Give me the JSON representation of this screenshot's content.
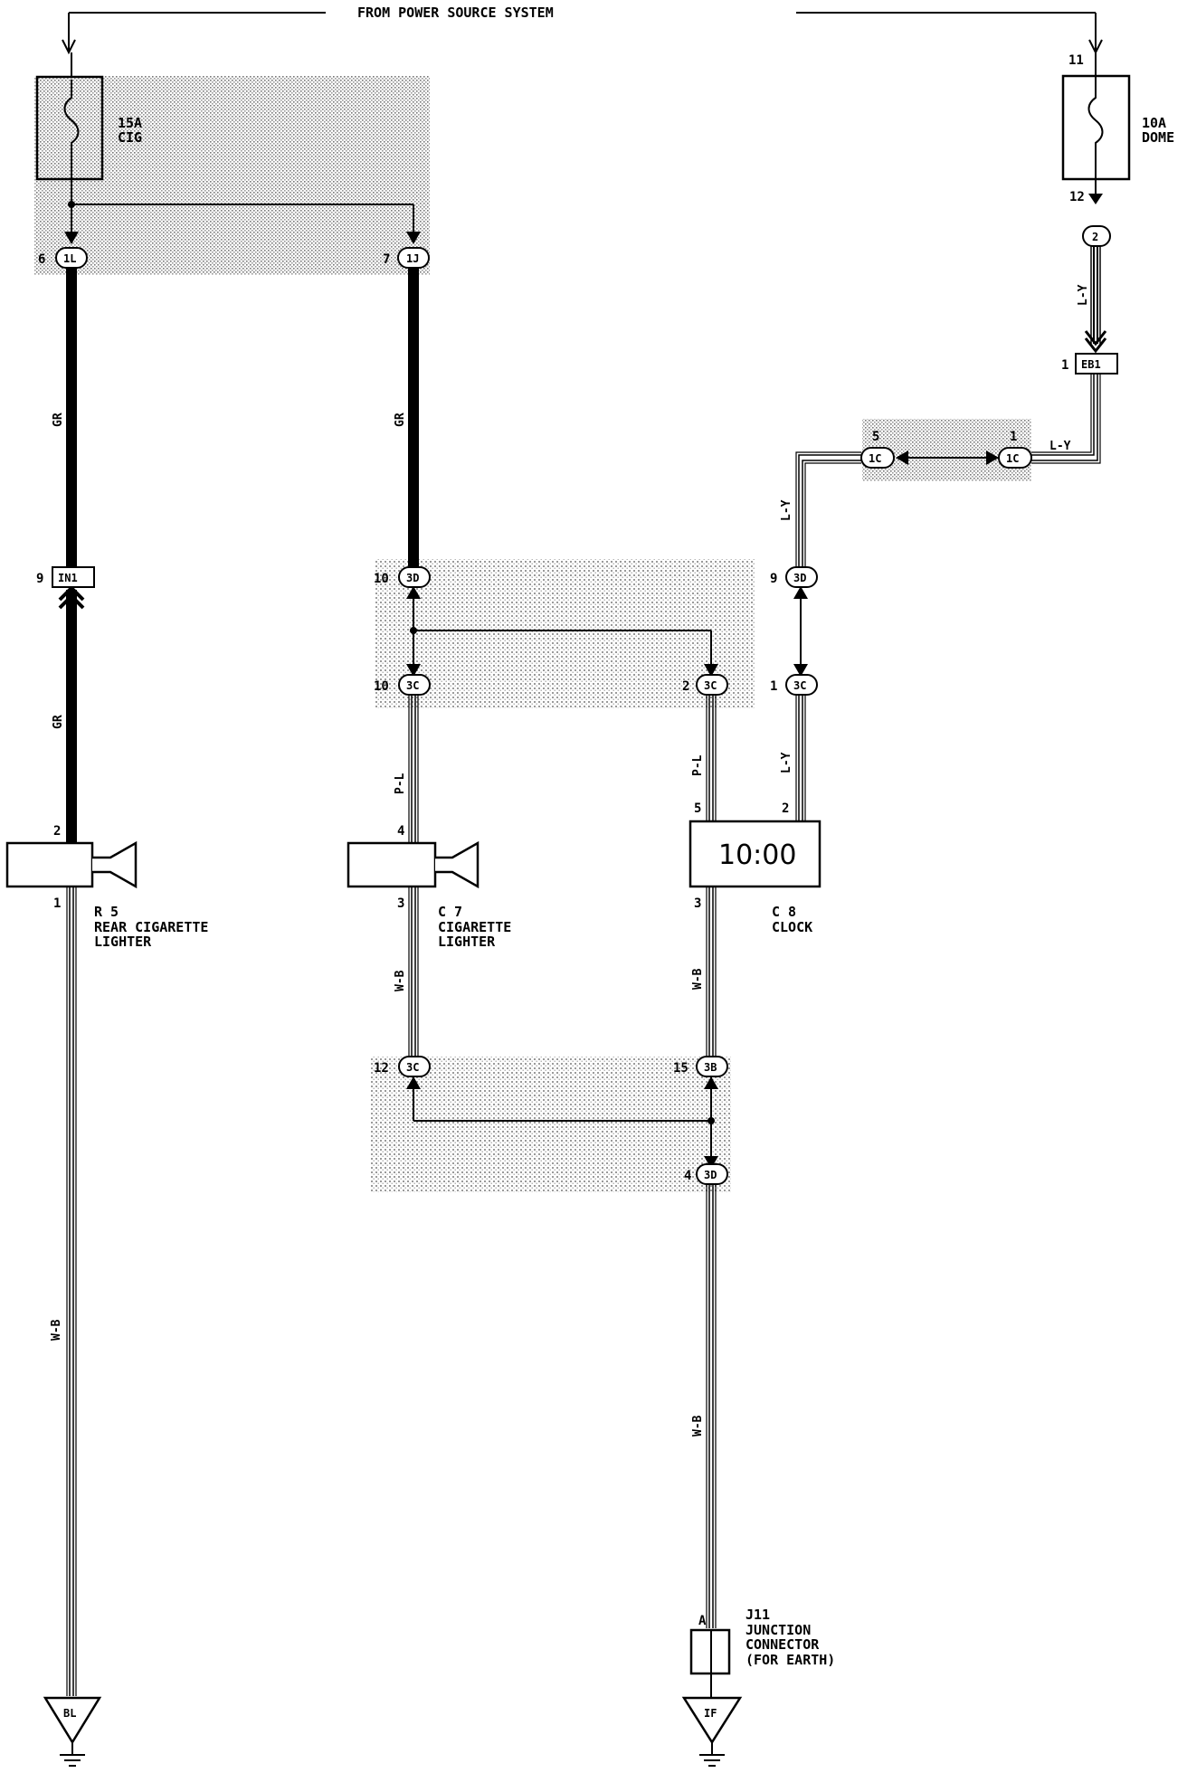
{
  "header": {
    "title": "FROM POWER SOURCE SYSTEM"
  },
  "fuses": {
    "cig": {
      "rating": "15A",
      "name": "CIG"
    },
    "dome": {
      "rating": "10A",
      "name": "DOME",
      "pin_in": "11",
      "pin_out": "12"
    }
  },
  "connectors": {
    "c1L": {
      "id": "1L",
      "pin": "6"
    },
    "c1J": {
      "id": "1J",
      "pin": "7"
    },
    "c2": {
      "id": "2"
    },
    "eb1": {
      "id": "EB1",
      "pin": "1"
    },
    "c1C_a": {
      "id": "1C",
      "pin": "5"
    },
    "c1C_b": {
      "id": "1C",
      "pin": "1"
    },
    "in1": {
      "id": "IN1",
      "pin": "9"
    },
    "c3D_a": {
      "id": "3D",
      "pin": "10"
    },
    "c3D_b": {
      "id": "3D",
      "pin": "9"
    },
    "c3C_a": {
      "id": "3C",
      "pin": "10"
    },
    "c3C_b": {
      "id": "3C",
      "pin": "2"
    },
    "c3C_c": {
      "id": "3C",
      "pin": "1"
    },
    "c3C_d": {
      "id": "3C",
      "pin": "12"
    },
    "c3B": {
      "id": "3B",
      "pin": "15"
    },
    "c3D_c": {
      "id": "3D",
      "pin": "4"
    }
  },
  "wires": {
    "gr": "GR",
    "ly": "L-Y",
    "pl": "P-L",
    "wb": "W-B"
  },
  "components": {
    "r5": {
      "code": "R 5",
      "name_line1": "REAR CIGARETTE",
      "name_line2": "LIGHTER",
      "pin_top": "2",
      "pin_bottom": "1"
    },
    "c7": {
      "code": "C 7",
      "name_line1": "CIGARETTE",
      "name_line2": "LIGHTER",
      "pin_top": "4",
      "pin_bottom": "3"
    },
    "c8": {
      "code": "C 8",
      "name": "CLOCK",
      "display": "10:00",
      "pin_left": "5",
      "pin_right": "2",
      "pin_bottom": "3"
    },
    "j11": {
      "code": "J11",
      "name_line1": "JUNCTION",
      "name_line2": "CONNECTOR",
      "name_line3": "(FOR EARTH)",
      "pin": "A"
    }
  },
  "grounds": {
    "bl": "BL",
    "if": "IF"
  }
}
